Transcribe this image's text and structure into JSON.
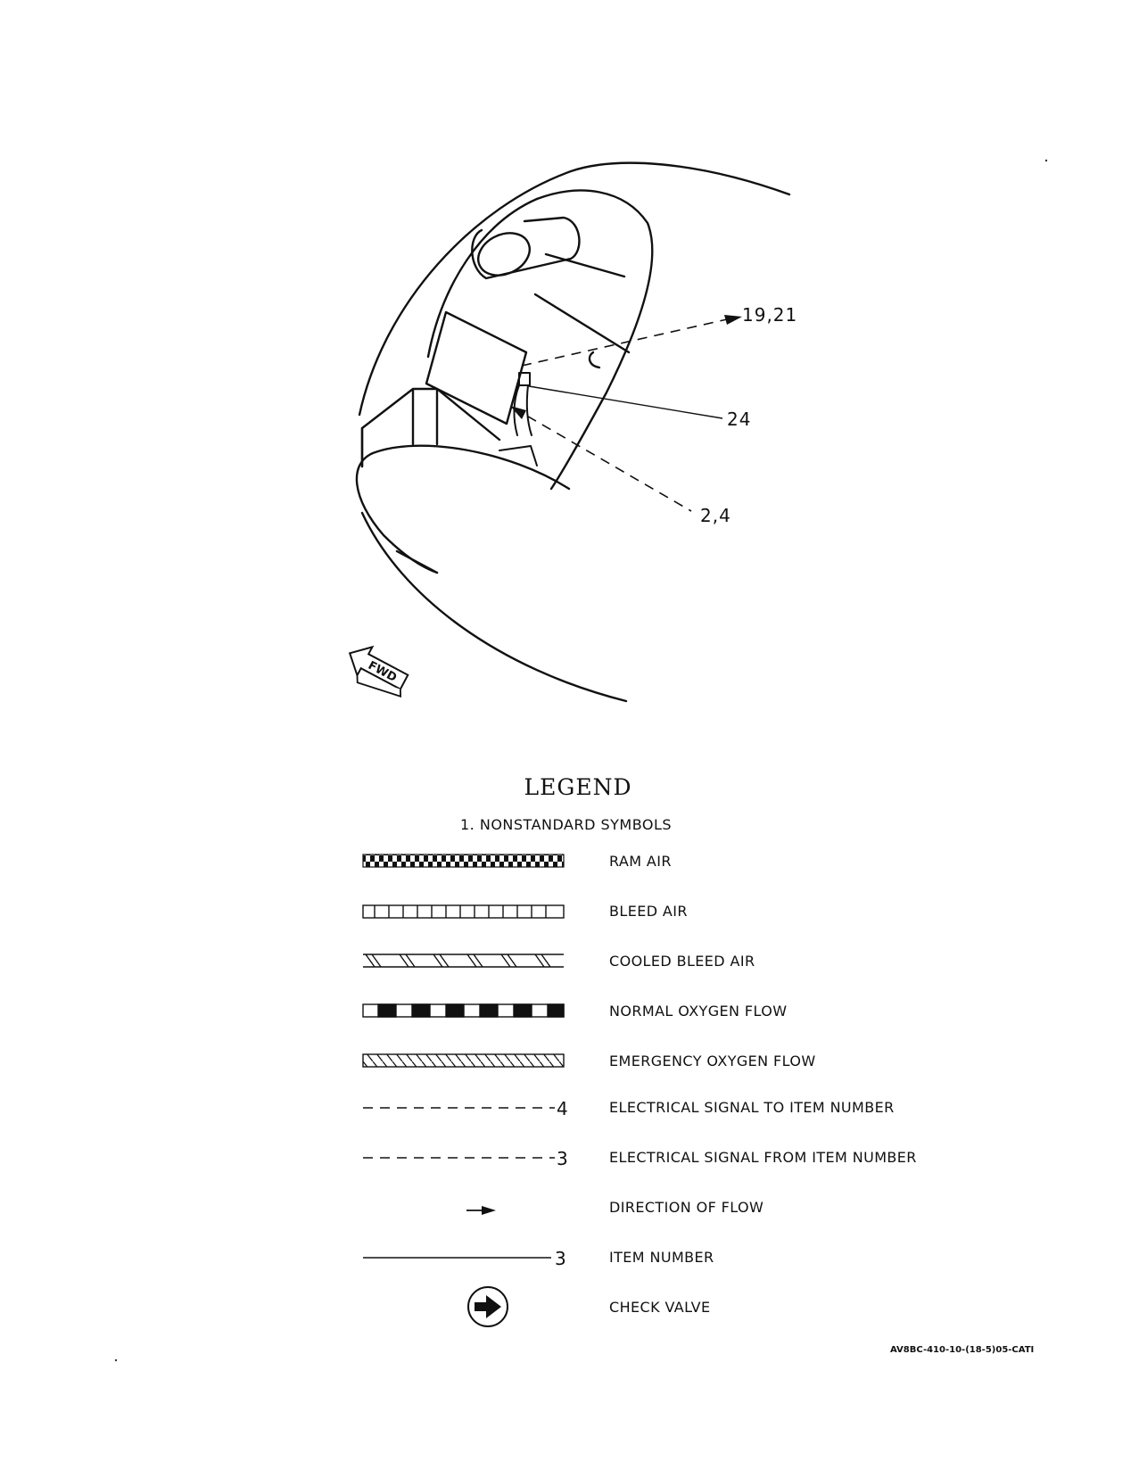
{
  "diagram": {
    "callouts": [
      "19,21",
      "24",
      "2,4"
    ],
    "fwd_label": "FWD"
  },
  "legend": {
    "title": "LEGEND",
    "subtitle": "1.  NONSTANDARD SYMBOLS",
    "items": [
      {
        "symbol": "checker-line",
        "label": "RAM AIR"
      },
      {
        "symbol": "vertical-hatch-line",
        "label": "BLEED AIR"
      },
      {
        "symbol": "spaced-diagonal-hatch-line",
        "label": "COOLED BLEED AIR"
      },
      {
        "symbol": "block-dash-line",
        "label": "NORMAL OXYGEN FLOW"
      },
      {
        "symbol": "diagonal-hatch-line",
        "label": "EMERGENCY OXYGEN FLOW"
      },
      {
        "symbol": "dashed-line",
        "number": "4",
        "label": "ELECTRICAL SIGNAL TO ITEM NUMBER"
      },
      {
        "symbol": "dashed-line",
        "number": "3",
        "label": "ELECTRICAL SIGNAL FROM ITEM NUMBER"
      },
      {
        "symbol": "arrow",
        "label": "DIRECTION OF FLOW"
      },
      {
        "symbol": "solid-line",
        "number": "3",
        "label": "ITEM NUMBER"
      },
      {
        "symbol": "check-valve",
        "label": "CHECK VALVE"
      }
    ]
  },
  "document_id": "AV8BC-410-10-(18-5)05-CATI"
}
